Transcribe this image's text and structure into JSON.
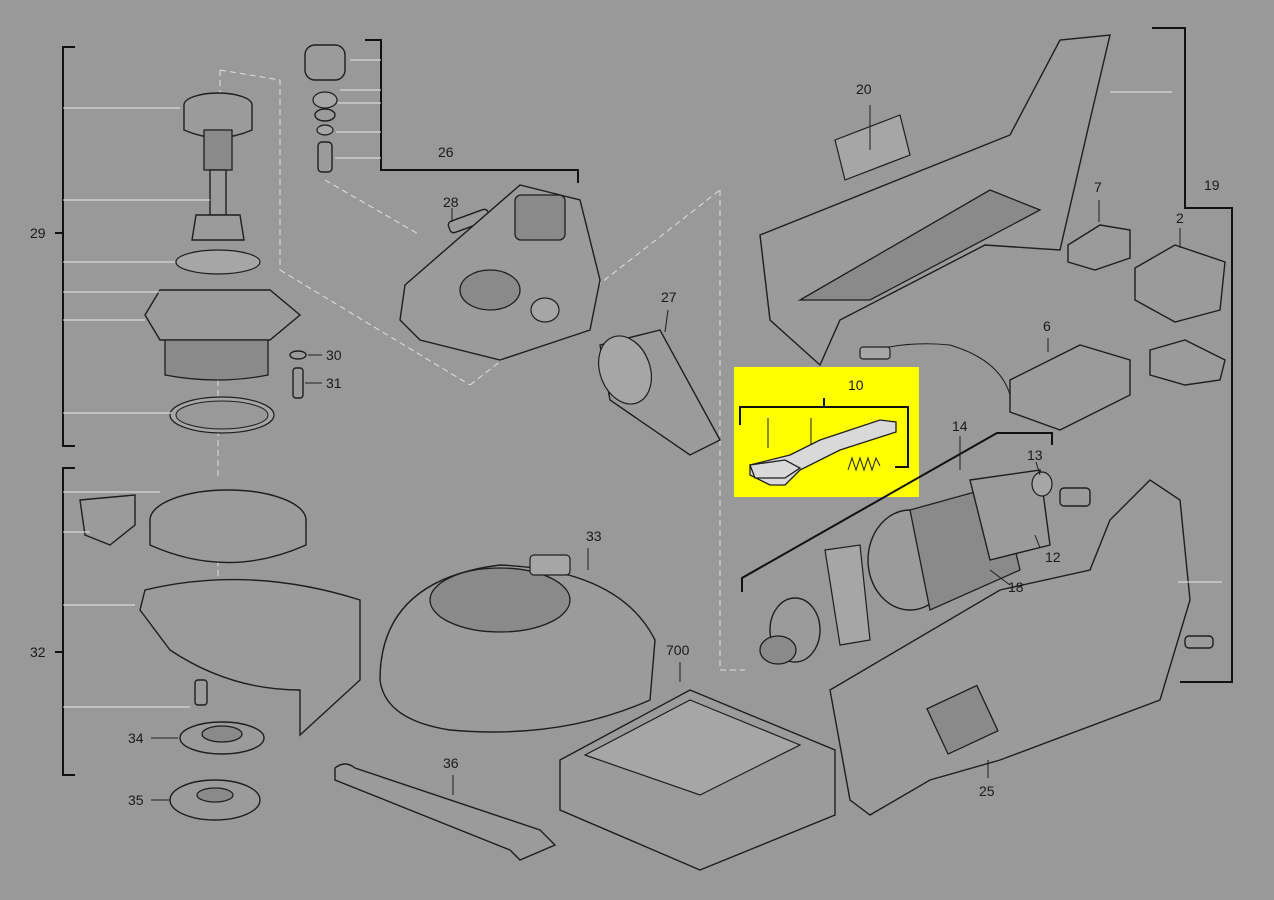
{
  "diagram": {
    "highlight_color": "#ffff00",
    "background_color": "#999999",
    "labels": {
      "p2": "2",
      "p6": "6",
      "p7": "7",
      "p10": "10",
      "p12": "12",
      "p13": "13",
      "p14": "14",
      "p18": "18",
      "p19": "19",
      "p20": "20",
      "p25": "25",
      "p26": "26",
      "p27": "27",
      "p28": "28",
      "p29": "29",
      "p30": "30",
      "p31": "31",
      "p32": "32",
      "p33": "33",
      "p34": "34",
      "p35": "35",
      "p36": "36",
      "p700": "700"
    },
    "highlighted_part": "10"
  }
}
